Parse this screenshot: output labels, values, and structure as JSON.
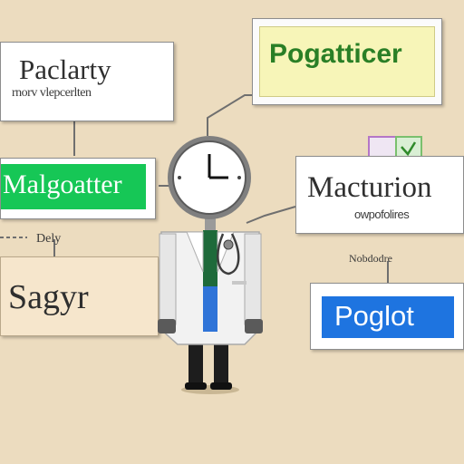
{
  "boxes": {
    "top_left": {
      "title": "Paclarty",
      "subtitle": "rnorv vlepcerlten"
    },
    "top_right": {
      "title": "Pogatticer"
    },
    "mid_left": {
      "title": "Malgoatter"
    },
    "mid_right": {
      "title": "Macturion",
      "subtitle": "owpofolires"
    },
    "bottom_left": {
      "title": "Sagyr"
    },
    "bottom_right": {
      "title": "Poglot"
    }
  },
  "labels": {
    "left_small": "Dely",
    "right_small": "Nobdodre"
  },
  "colors": {
    "background": "#ecdcbf",
    "green_box": "#16c756",
    "yellow_box": "#f7f5b8",
    "blue_box": "#1e74e0",
    "coat": "#f2f2f2"
  },
  "icons": {
    "figure": "doctor-clock-figure",
    "clock": "clock-icon",
    "stethoscope": "stethoscope-icon",
    "checkbox": "checkbox-icon"
  }
}
